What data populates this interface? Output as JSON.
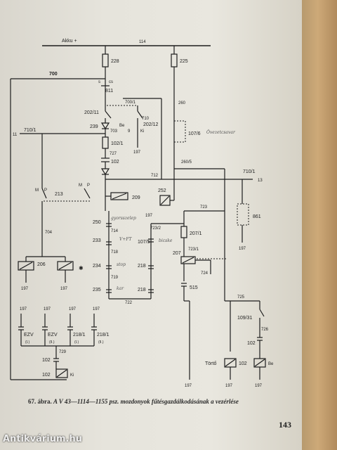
{
  "diagram": {
    "supply_label": "Akku +",
    "nodes": {
      "n114": "114",
      "n228": "228",
      "n225": "225",
      "n700": "700",
      "s": "s",
      "cs": "cs",
      "n811": "811",
      "n700_1": "700/1",
      "n202_11": "202/11",
      "n710": "710",
      "n202_12": "202/12",
      "n239": "239",
      "n703": "703",
      "be": "Be",
      "n9": "9",
      "ki": "Ki",
      "n197": "197",
      "n102_1": "102/1",
      "n727": "727",
      "n102": "102",
      "n710_1": "710/1",
      "n11": "11",
      "n13": "13",
      "n712": "712",
      "n260": "260",
      "n260_5": "260/5",
      "n107_6": "107/6",
      "m": "M",
      "p": "P",
      "n213": "213",
      "n209": "209",
      "n252": "252",
      "n704": "704",
      "n250": "250",
      "n714": "714",
      "n233": "233",
      "n718": "718",
      "n234": "234",
      "n719": "719",
      "n235": "235",
      "n723_2": "723/2",
      "n107_5": "107/5",
      "n218": "218",
      "n722": "722",
      "n723": "723",
      "n207_1": "207/1",
      "n723_1": "723/1",
      "n207": "207",
      "n724": "724",
      "n515": "515",
      "n861": "861",
      "n206": "206",
      "n725": "725",
      "n109_31": "109/31",
      "n726": "726",
      "ezv": "EZV",
      "i_paren": "(I.)",
      "ii_paren": "(II.)",
      "n218_1": "218/1",
      "n729": "729",
      "torto": "Törtő",
      "be2": "Be"
    },
    "handwritten_notes": {
      "note_107_6": "Övezetcsavar",
      "note_250": "gyorsszelep",
      "note_233": "V+FT",
      "note_107_5": "bicske",
      "note_234": "stop",
      "note_235": "kar"
    }
  },
  "caption": {
    "bold_prefix": "67. ábra.",
    "text": "A V 43—1114—1155 psz. mozdonyok fűtésgazdálkodásának a vezérlése"
  },
  "page_number": "143",
  "watermark": "Antikvárium.hu"
}
